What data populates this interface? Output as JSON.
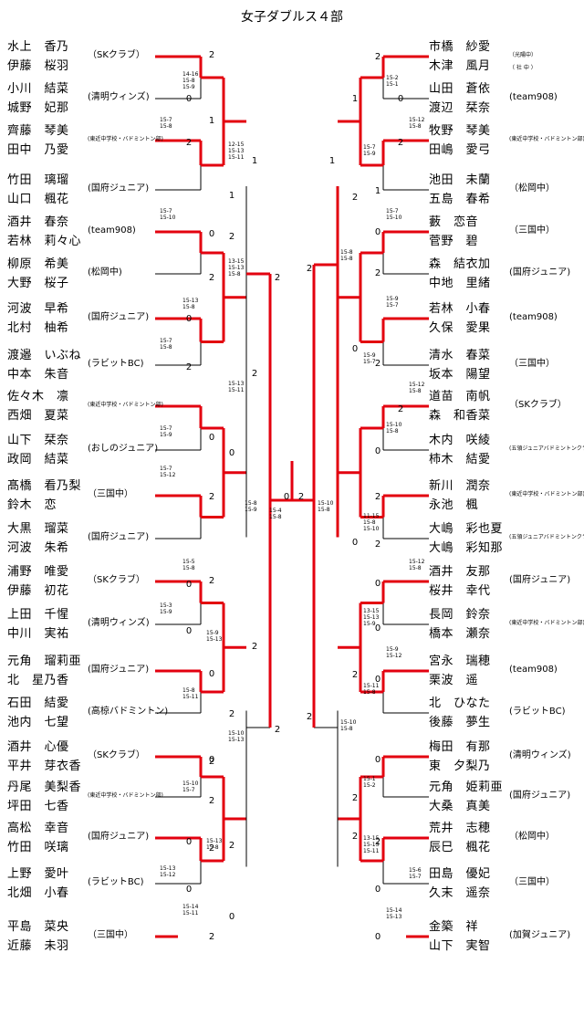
{
  "title": "女子ダブルス４部",
  "left_pairs": [
    {
      "p1": "水上　香乃",
      "p2": "伊藤　桜羽",
      "club": "（SKクラブ）"
    },
    {
      "p1": "小川　結菜",
      "p2": "城野　妃那",
      "club": "(清明ウィンズ)"
    },
    {
      "p1": "齊藤　琴美",
      "p2": "田中　乃愛",
      "club": "(東近中学校・バドミントン部)"
    },
    {
      "p1": "竹田　璃瑠",
      "p2": "山口　楓花",
      "club": "(国府ジュニア)"
    },
    {
      "p1": "酒井　春奈",
      "p2": "若林　莉々心",
      "club": "(team908)"
    },
    {
      "p1": "柳原　希美",
      "p2": "大野　桜子",
      "club": "(松岡中)"
    },
    {
      "p1": "河波　早希",
      "p2": "北村　柚希",
      "club": "(国府ジュニア)"
    },
    {
      "p1": "渡邉　いぶね",
      "p2": "中本　朱音",
      "club": "(ラビットBC)"
    },
    {
      "p1": "佐々木　凛",
      "p2": "西畑　夏菜",
      "club": "(東近中学校・バドミントン部)"
    },
    {
      "p1": "山下　栞奈",
      "p2": "政岡　結菜",
      "club": "(おしのジュニア)"
    },
    {
      "p1": "髙橋　看乃梨",
      "p2": "鈴木　恋",
      "club": "（三国中）"
    },
    {
      "p1": "大黒　瑠菜",
      "p2": "河波　朱希",
      "club": "(国府ジュニア)"
    },
    {
      "p1": "浦野　唯愛",
      "p2": "伊藤　初花",
      "club": "（SKクラブ）"
    },
    {
      "p1": "上田　千惺",
      "p2": "中川　実祐",
      "club": "(清明ウィンズ)"
    },
    {
      "p1": "元角　瑠莉亜",
      "p2": "北　星乃香",
      "club": "(国府ジュニア)"
    },
    {
      "p1": "石田　結愛",
      "p2": "池内　七望",
      "club": "(高椋バドミントン)"
    },
    {
      "p1": "酒井　心優",
      "p2": "平井　芽衣香",
      "club": "（SKクラブ）"
    },
    {
      "p1": "丹尾　美梨香",
      "p2": "坪田　七香",
      "club": "(東近中学校・バドミントン部)"
    },
    {
      "p1": "高松　幸音",
      "p2": "竹田　咲璃",
      "club": "(国府ジュニア)"
    },
    {
      "p1": "上野　愛叶",
      "p2": "北畑　小春",
      "club": "(ラビットBC)"
    },
    {
      "p1": "平島　菜央",
      "p2": "近藤　未羽",
      "club": "（三国中）"
    }
  ],
  "right_pairs": [
    {
      "p1": "市橋　紗愛",
      "p2": "木津　風月",
      "club": "（光陽中）\n（ 社 中 ）"
    },
    {
      "p1": "山田　蒼依",
      "p2": "渡辺　栞奈",
      "club": "(team908)"
    },
    {
      "p1": "牧野　琴美",
      "p2": "田嶋　愛弓",
      "club": "(東近中学校・バドミントン部)"
    },
    {
      "p1": "池田　未蘭",
      "p2": "五島　春希",
      "club": "（松岡中）"
    },
    {
      "p1": "藪　恋音",
      "p2": "菅野　碧",
      "club": "（三国中）"
    },
    {
      "p1": "森　結衣加",
      "p2": "中地　里緒",
      "club": "(国府ジュニア)"
    },
    {
      "p1": "若林　小春",
      "p2": "久保　愛果",
      "club": "(team908)"
    },
    {
      "p1": "清水　春菜",
      "p2": "坂本　陽望",
      "club": "（三国中）"
    },
    {
      "p1": "道苗　南帆",
      "p2": "森　和香菜",
      "club": "（SKクラブ）"
    },
    {
      "p1": "木内　咲綾",
      "p2": "柿木　結愛",
      "club": "(五領ジュニアバドミントンクラブ)"
    },
    {
      "p1": "新川　潤奈",
      "p2": "永池　楓",
      "club": "(東近中学校・バドミントン部)"
    },
    {
      "p1": "大嶋　彩也夏",
      "p2": "大嶋　彩知那",
      "club": "(五領ジュニアバドミントンクラブ)"
    },
    {
      "p1": "酒井　友那",
      "p2": "桜井　幸代",
      "club": "(国府ジュニア)"
    },
    {
      "p1": "長岡　鈴奈",
      "p2": "橋本　瀬奈",
      "club": "(東近中学校・バドミントン部)"
    },
    {
      "p1": "宮永　瑞穂",
      "p2": "栗波　遥",
      "club": "(team908)"
    },
    {
      "p1": "北　ひなた",
      "p2": "後藤　夢生",
      "club": "(ラビットBC)"
    },
    {
      "p1": "梅田　有那",
      "p2": "東　夕梨乃",
      "club": "(清明ウィンズ)"
    },
    {
      "p1": "元角　姫莉亜",
      "p2": "大桑　真美",
      "club": "(国府ジュニア)"
    },
    {
      "p1": "荒井　志穂",
      "p2": "辰巳　楓花",
      "club": "（松岡中）"
    },
    {
      "p1": "田島　優妃",
      "p2": "久末　遥奈",
      "club": "（三国中）"
    },
    {
      "p1": "金築　祥",
      "p2": "山下　実智",
      "club": "(加賀ジュニア)"
    }
  ],
  "scores": [
    {
      "v": "2",
      "id": "L-r1a"
    },
    {
      "v": "0",
      "id": "L-r1b"
    },
    {
      "v": "1",
      "id": "L-r1c"
    },
    {
      "v": "2",
      "id": "L-r1d"
    },
    {
      "v": "1",
      "id": "L-r2a"
    },
    {
      "v": "1",
      "id": "L-r2b"
    },
    {
      "v": "2",
      "id": "L-r2c"
    },
    {
      "v": "0",
      "id": "L-r2d"
    },
    {
      "v": "2",
      "id": "L-r3a"
    },
    {
      "v": "2",
      "id": "L-r3b"
    },
    {
      "v": "0",
      "id": "L-r3c"
    },
    {
      "v": "2",
      "id": "L-r3d"
    },
    {
      "v": "2",
      "id": "L-r3e"
    },
    {
      "v": "0",
      "id": "L-r3f"
    },
    {
      "v": "0",
      "id": "L-r3g"
    },
    {
      "v": "2",
      "id": "L-r3h"
    },
    {
      "v": "2",
      "id": "L-r4a"
    },
    {
      "v": "0",
      "id": "L-r4b"
    },
    {
      "v": "0",
      "id": "L-r4c"
    },
    {
      "v": "2",
      "id": "L-r4d"
    },
    {
      "v": "0",
      "id": "L-r4e"
    },
    {
      "v": "2",
      "id": "L-r4f"
    },
    {
      "v": "2",
      "id": "L-r4g"
    },
    {
      "v": "0",
      "id": "L-r4h"
    },
    {
      "v": "2",
      "id": "L-r4i"
    },
    {
      "v": "0",
      "id": "L-r4j"
    },
    {
      "v": "2",
      "id": "L-r4k"
    },
    {
      "v": "0",
      "id": "L-r4l"
    },
    {
      "v": "2",
      "id": "L-r4m"
    },
    {
      "v": "0",
      "id": "L-r4n"
    },
    {
      "v": "2",
      "id": "L-r4o"
    },
    {
      "v": "2",
      "id": "L-r4p"
    },
    {
      "v": "0",
      "id": "F-l"
    },
    {
      "v": "2",
      "id": "F-r"
    }
  ],
  "game_scores": [
    "14-16\n15-8\n15-9",
    "15-7\n15-8",
    "12-15\n15-13\n15-11",
    "15-7\n15-10",
    "13-15\n15-13\n15-8",
    "15-13\n15-8",
    "15-7\n15-8",
    "15-13\n15-11",
    "15-7\n15-9",
    "15-7\n15-12",
    "15-5\n15-8",
    "15-3\n15-9",
    "15-9\n15-13",
    "15-8\n15-11",
    "15-10\n15-13",
    "15-10\n15-7",
    "15-13\n15-8",
    "15-13\n15-12",
    "15-14\n15-11",
    "15-8\n15-9",
    "15-4\n15-8",
    "15-10\n15-8",
    "15-2\n15-1",
    "15-12\n15-8",
    "15-7\n15-9",
    "15-7\n15-10",
    "15-8\n15-8",
    "15-9\n15-7",
    "15-9\n15-7",
    "15-12\n15-8",
    "15-10\n15-8",
    "11-15\n15-8\n15-10",
    "15-12\n15-8",
    "13-15\n15-13\n15-9",
    "15-9\n15-12",
    "15-11\n15-8",
    "15-10\n15-8",
    "15-1\n15-2",
    "13-15\n15-13\n15-11",
    "15-6\n15-7",
    "15-14\n15-13"
  ]
}
